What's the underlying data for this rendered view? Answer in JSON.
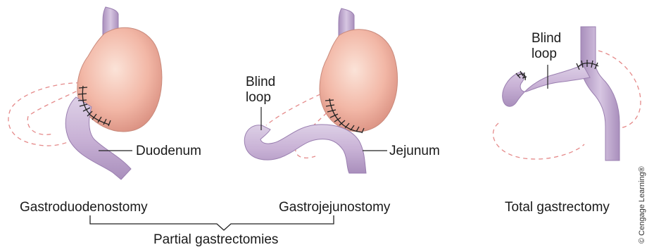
{
  "figures": {
    "gastroduodenostomy": {
      "caption": "Gastroduodenostomy",
      "callout": "Duodenum"
    },
    "gastrojejunostomy": {
      "caption": "Gastrojejunostomy",
      "callout_jejunum": "Jejunum",
      "callout_blind_loop_line1": "Blind",
      "callout_blind_loop_line2": "loop"
    },
    "total_gastrectomy": {
      "caption": "Total gastrectomy",
      "callout_blind_loop_line1": "Blind",
      "callout_blind_loop_line2": "loop"
    }
  },
  "group_label": "Partial gastrectomies",
  "copyright": "© Cengage Learning®",
  "colors": {
    "stomach": "#f2b7a6",
    "intestine": "#c9b2d6",
    "dashed_outline": "#e58a8a",
    "stitches": "#222222"
  }
}
